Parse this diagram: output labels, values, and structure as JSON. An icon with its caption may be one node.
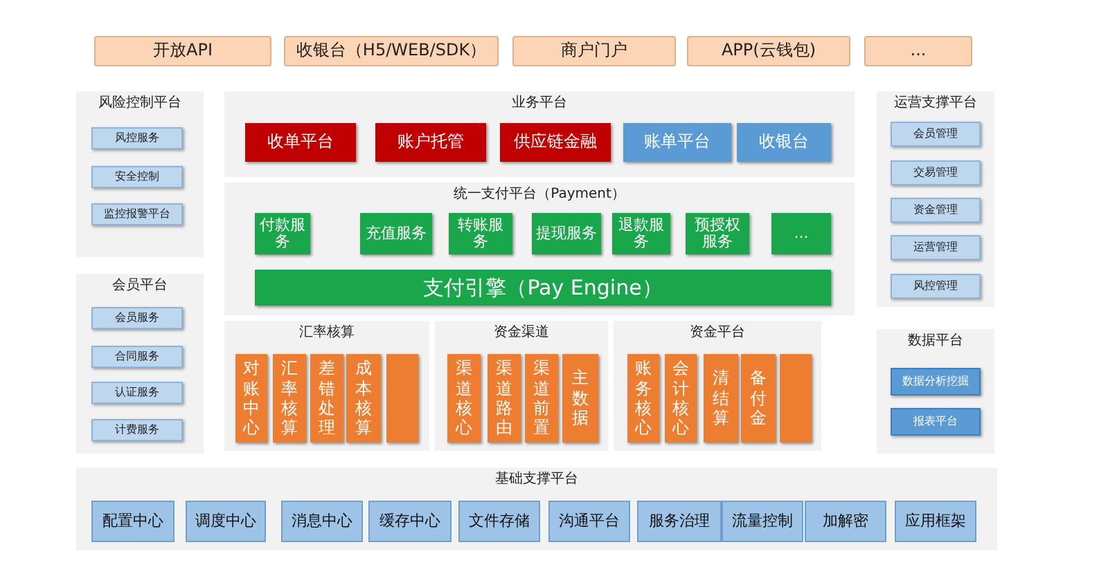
{
  "diagram": {
    "nodes": [
      {
        "text": [
          "开放API"
        ]
      },
      {
        "text": [
          "收银台（H5/WEB/SDK）"
        ]
      },
      {
        "text": [
          "商户门户"
        ]
      },
      {
        "text": [
          "APP(云钱包)"
        ]
      },
      {
        "text": [
          "..."
        ]
      },
      {
        "text": [
          "风险控制平台"
        ]
      },
      {
        "text": [
          "风控服务"
        ],
        "in": 5
      },
      {
        "text": [
          "安全控制"
        ],
        "in": 5
      },
      {
        "text": [
          "监控报警平台"
        ],
        "in": 5
      },
      {
        "text": [
          "业务平台"
        ]
      },
      {
        "text": [
          "收单平台"
        ],
        "in": 9
      },
      {
        "text": [
          "账户托管"
        ],
        "in": 9
      },
      {
        "text": [
          "供应链金融"
        ],
        "in": 9
      },
      {
        "text": [
          "账单平台"
        ],
        "in": 9
      },
      {
        "text": [
          "收银台"
        ],
        "in": 9
      },
      {
        "text": [
          "统一支付平台（Payment）"
        ]
      },
      {
        "text": [
          "付款服务"
        ],
        "in": 15
      },
      {
        "text": [
          "充值服务"
        ],
        "in": 15
      },
      {
        "text": [
          "转账服务"
        ],
        "in": 15
      },
      {
        "text": [
          "提现服务"
        ],
        "in": 15
      },
      {
        "text": [
          "退款服务"
        ],
        "in": 15
      },
      {
        "text": [
          "预授权服务"
        ],
        "in": 15
      },
      {
        "text": [
          "..."
        ],
        "in": 15
      },
      {
        "text": [
          "支付引擎（Pay Engine）"
        ],
        "in": 15
      },
      {
        "text": [
          "运营支撑平台"
        ]
      },
      {
        "text": [
          "会员管理"
        ],
        "in": 24
      },
      {
        "text": [
          "交易管理"
        ],
        "in": 24
      },
      {
        "text": [
          "资金管理"
        ],
        "in": 24
      },
      {
        "text": [
          "运营管理"
        ],
        "in": 24
      },
      {
        "text": [
          "风控管理"
        ],
        "in": 24
      },
      {
        "text": [
          "会员平台"
        ]
      },
      {
        "text": [
          "会员服务"
        ],
        "in": 30
      },
      {
        "text": [
          "合同服务"
        ],
        "in": 30
      },
      {
        "text": [
          "认证服务"
        ],
        "in": 30
      },
      {
        "text": [
          "计费服务"
        ],
        "in": 30
      },
      {
        "text": [
          "汇率核算"
        ]
      },
      {
        "text": [
          "对账中心"
        ],
        "in": 35
      },
      {
        "text": [
          "汇率核算"
        ],
        "in": 35
      },
      {
        "text": [
          "差错处理"
        ],
        "in": 35
      },
      {
        "text": [
          "成本核算"
        ],
        "in": 35
      },
      {
        "text": [],
        "shape": "box",
        "in": 35
      },
      {
        "text": [
          "资金渠道"
        ]
      },
      {
        "text": [
          "渠道核心"
        ],
        "in": 41
      },
      {
        "text": [
          "渠道路由"
        ],
        "in": 41
      },
      {
        "text": [
          "渠道前置"
        ],
        "in": 41
      },
      {
        "text": [
          "主数据"
        ],
        "in": 41
      },
      {
        "text": [
          "资金平台"
        ]
      },
      {
        "text": [
          "账务核心"
        ],
        "in": 46
      },
      {
        "text": [
          "会计核心"
        ],
        "in": 46
      },
      {
        "text": [
          "清结算"
        ],
        "in": 46
      },
      {
        "text": [
          "备付金"
        ],
        "in": 46
      },
      {
        "text": [],
        "shape": "box",
        "in": 46
      },
      {
        "text": [
          "数据平台"
        ]
      },
      {
        "text": [
          "数据分析挖掘"
        ],
        "in": 52
      },
      {
        "text": [
          "报表平台"
        ],
        "in": 52
      },
      {
        "text": [
          "基础支撑平台"
        ]
      },
      {
        "text": [
          "配置中心"
        ],
        "in": 55
      },
      {
        "text": [
          "调度中心"
        ],
        "in": 55
      },
      {
        "text": [
          "消息中心"
        ],
        "in": 55
      },
      {
        "text": [
          "缓存中心"
        ],
        "in": 55
      },
      {
        "text": [
          "文件存储"
        ],
        "in": 55
      },
      {
        "text": [
          "沟通平台"
        ],
        "in": 55
      },
      {
        "text": [
          "服务治理"
        ],
        "in": 55
      },
      {
        "text": [
          "流量控制"
        ],
        "in": 55
      },
      {
        "text": [
          "加解密"
        ],
        "in": 55
      },
      {
        "text": [
          "应用框架"
        ],
        "in": 55
      }
    ]
  }
}
